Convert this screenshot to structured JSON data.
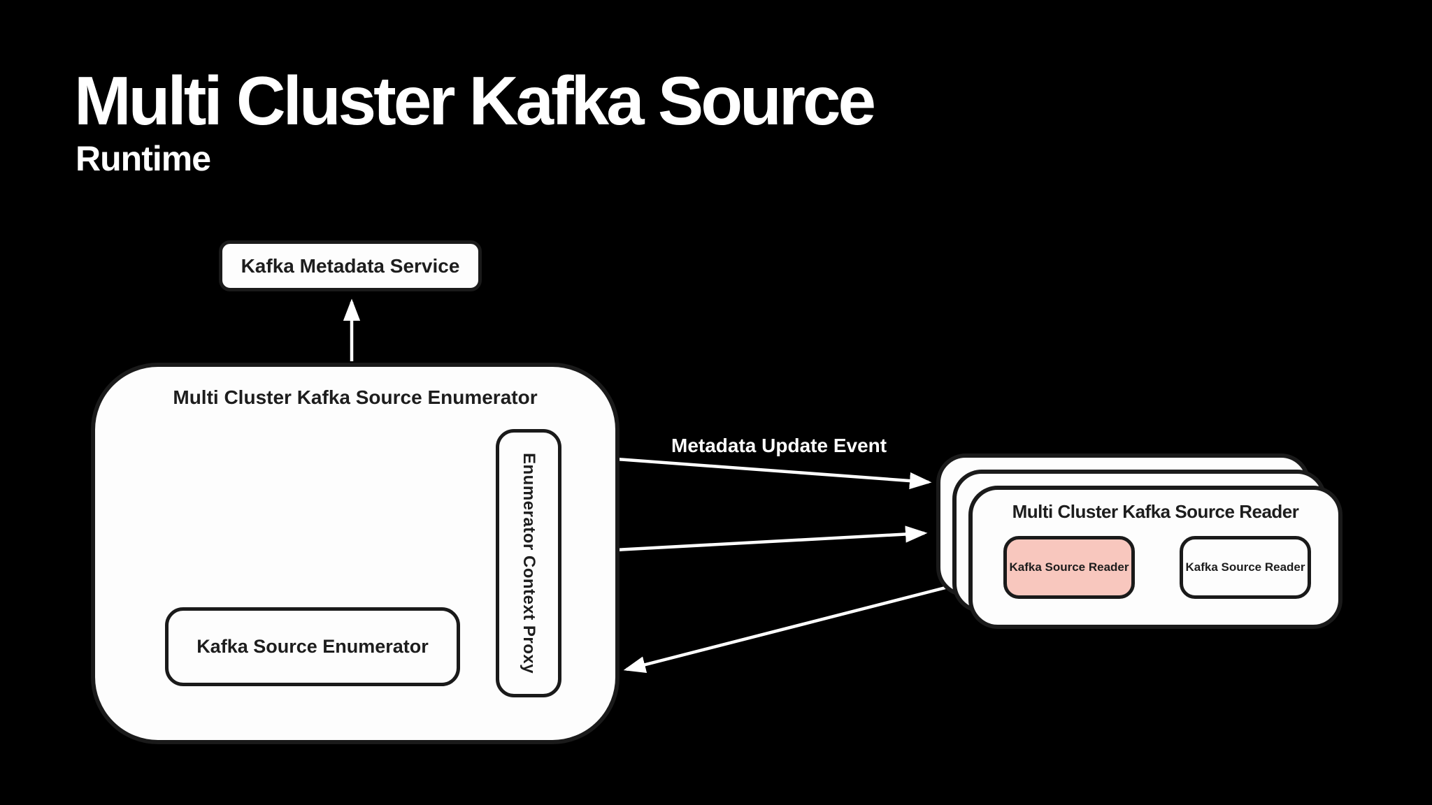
{
  "header": {
    "title": "Multi Cluster Kafka Source",
    "subtitle": "Runtime"
  },
  "nodes": {
    "metadata_service": {
      "label": "Kafka Metadata Service"
    },
    "enumerator_container": {
      "label": "Multi Cluster Kafka Source Enumerator"
    },
    "kafka_source_enumerator": {
      "label": "Kafka Source Enumerator"
    },
    "enumerator_context_proxy": {
      "label": "Enumerator Context Proxy"
    },
    "reader_container": {
      "label": "Multi Cluster Kafka Source Reader"
    },
    "reader_active": {
      "label": "Kafka Source Reader"
    },
    "reader_idle": {
      "label": "Kafka Source Reader"
    }
  },
  "labels": {
    "metadata_update_event": "Metadata Update Event"
  },
  "colors": {
    "background": "#000000",
    "box_fill": "#fdfdfd",
    "box_border": "#1a1a1a",
    "box_text": "#1d1d1d",
    "highlight_fill": "#f8c7be",
    "arrow_light": "#ffffff",
    "arrow_dark": "#1a1a1a",
    "title_text": "#ffffff"
  }
}
